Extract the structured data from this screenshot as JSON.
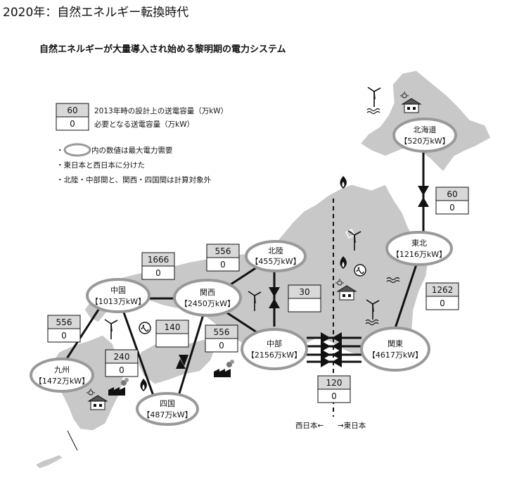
{
  "title": "2020年：自然エネルギー転換時代",
  "subtitle": "自然エネルギーが大量導入され始める黎明期の電力システム",
  "legend": {
    "box_top_value": "60",
    "box_top_text": "2013年時の設計上の送電容量（万kW）",
    "box_bottom_value": "0",
    "box_bottom_text": "必要となる送電容量（万kW）",
    "note1": "内の数値は最大電力需要",
    "note2": "・東日本と西日本に分けた",
    "note3": "・北陸・中部間と、関西・四国間は計算対象外"
  },
  "nodes": {
    "hokkaido": {
      "name": "北海道",
      "demand": "【520万kW】"
    },
    "tohoku": {
      "name": "東北",
      "demand": "【1216万kW】"
    },
    "kanto": {
      "name": "関東",
      "demand": "【4617万kW】"
    },
    "chubu": {
      "name": "中部",
      "demand": "【2156万kW】"
    },
    "hokuriku": {
      "name": "北陸",
      "demand": "【455万kW】"
    },
    "kansai": {
      "name": "関西",
      "demand": "【2450万kW】"
    },
    "chugoku": {
      "name": "中国",
      "demand": "【1013万kW】"
    },
    "shikoku": {
      "name": "四国",
      "demand": "【487万kW】"
    },
    "kyushu": {
      "name": "九州",
      "demand": "【1472万kW】"
    }
  },
  "capacities": {
    "hokkaido_tohoku": {
      "design": "60",
      "required": "0"
    },
    "tohoku_kanto": {
      "design": "1262",
      "required": "0"
    },
    "chubu_kanto": {
      "design": "120",
      "required": "0"
    },
    "hokuriku_chubu": {
      "design": "30",
      "required": ""
    },
    "kansai_hokuriku": {
      "design": "556",
      "required": "0"
    },
    "kansai_chubu": {
      "design": "556",
      "required": "0"
    },
    "chugoku_kansai": {
      "design": "1666",
      "required": "0"
    },
    "kansai_shikoku": {
      "design": "140",
      "required": ""
    },
    "chugoku_shikoku": {
      "design": "240",
      "required": "0"
    },
    "kyushu_chugoku": {
      "design": "556",
      "required": "0"
    }
  },
  "divider": {
    "west": "西日本←",
    "east": "→東日本"
  },
  "icons": [
    "wind-turbine-icon",
    "solar-house-icon",
    "geothermal-flame-icon",
    "wave-power-icon",
    "factory-smoke-icon"
  ]
}
